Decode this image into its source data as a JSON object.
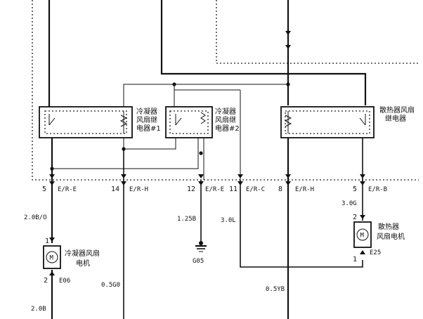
{
  "relays": {
    "condenser_relay_1": {
      "line1": "冷凝器",
      "line2": "风扇继",
      "line3": "电器#1"
    },
    "condenser_relay_2": {
      "line1": "冷凝器",
      "line2": "风扇继",
      "line3": "电器#2"
    },
    "radiator_relay": {
      "line1": "散热器风扇",
      "line2": "继电器"
    }
  },
  "connectors": [
    {
      "pin": "5",
      "code": "E/R-E"
    },
    {
      "pin": "14",
      "code": "E/R-H"
    },
    {
      "pin": "12",
      "code": "E/R-E"
    },
    {
      "pin": "11",
      "code": "E/R-C"
    },
    {
      "pin": "8",
      "code": "E/R-H"
    },
    {
      "pin": "5",
      "code": "E/R-B"
    }
  ],
  "wires": {
    "w1_top": "2.0B/O",
    "w1_bottom": "2.0B",
    "w2": "0.5G0",
    "w3": "1.25B",
    "w4": "3.0L",
    "w5": "0.5YB",
    "w6": "3.0G"
  },
  "motors": {
    "condenser": {
      "line1": "冷凝器风扇",
      "line2": "电机",
      "symbol": "M",
      "pin_top": "1",
      "pin_bottom": "2",
      "ground": "E06"
    },
    "radiator": {
      "line1": "散热器",
      "line2": "风扇电机",
      "symbol": "M",
      "pin_top": "2",
      "pin_bottom": "1",
      "ground": "E25"
    }
  },
  "ground": {
    "label": "G05"
  }
}
